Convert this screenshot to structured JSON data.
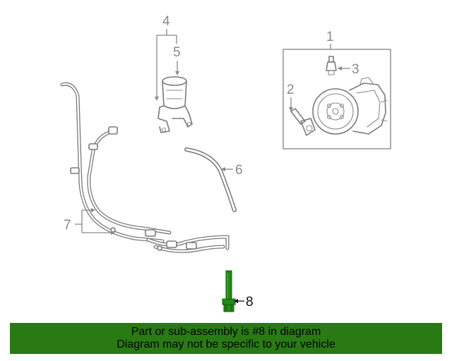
{
  "callouts": {
    "c1": "1",
    "c2": "2",
    "c3": "3",
    "c4": "4",
    "c5": "5",
    "c6": "6",
    "c7": "7",
    "c8": "8"
  },
  "highlighted_part": "8",
  "colors": {
    "highlight_part": "#1f8a14",
    "banner_background": "#2a7a14",
    "part_lines": "#7a7a7a",
    "callout_text": "#888888"
  },
  "banner": {
    "line1": "Part or sub-assembly is #8 in diagram",
    "line2": "Diagram may not be specific to your vehicle"
  }
}
